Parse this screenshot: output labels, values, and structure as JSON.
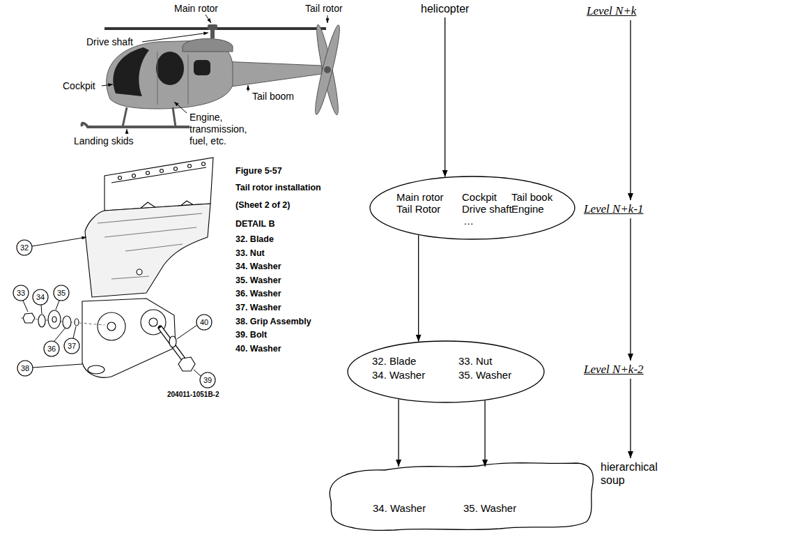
{
  "diagram": {
    "nodes": [
      {
        "text": [
          "helicopter"
        ]
      },
      {
        "text": [
          "Main rotor",
          "Cockpit",
          "Tail book",
          "Tail Rotor",
          "Drive shaft",
          "Engine",
          "…"
        ]
      },
      {
        "text": [
          "32. Blade",
          "33. Nut",
          "34. Washer",
          "35. Washer"
        ]
      },
      {
        "text": [
          "34. Washer",
          "35. Washer"
        ]
      },
      {
        "text": [
          "Level N+k"
        ]
      },
      {
        "text": [
          "Level N+k-1"
        ]
      },
      {
        "text": [
          "Level N+k-2"
        ]
      },
      {
        "text": [
          "hierarchical soup"
        ]
      }
    ],
    "edges": [
      {
        "from": 0,
        "to": 1,
        "arrow": "to"
      },
      {
        "from": 1,
        "to": 2,
        "arrow": "to"
      },
      {
        "from": 2,
        "to": 3,
        "arrow": "to"
      },
      {
        "from": 2,
        "to": 3,
        "arrow": "to"
      },
      {
        "from": 4,
        "to": 5,
        "arrow": "to"
      },
      {
        "from": 5,
        "to": 6,
        "arrow": "to"
      },
      {
        "from": 6,
        "to": 7,
        "arrow": "to"
      }
    ],
    "labels": [
      "Main rotor",
      "Tail rotor",
      "Drive shaft",
      "Cockpit",
      "Tail boom",
      "Landing skids",
      "Engine, transmission, fuel, etc.",
      "Figure 5-57",
      "Tail rotor installation",
      "(Sheet 2 of 2)",
      "DETAIL B",
      "32. Blade",
      "33. Nut",
      "34. Washer",
      "35. Washer",
      "36. Washer",
      "37. Washer",
      "38. Grip Assembly",
      "39. Bolt",
      "40. Washer",
      "32",
      "33",
      "34",
      "35",
      "36",
      "37",
      "38",
      "39",
      "40",
      "204011-1051B-2"
    ]
  }
}
